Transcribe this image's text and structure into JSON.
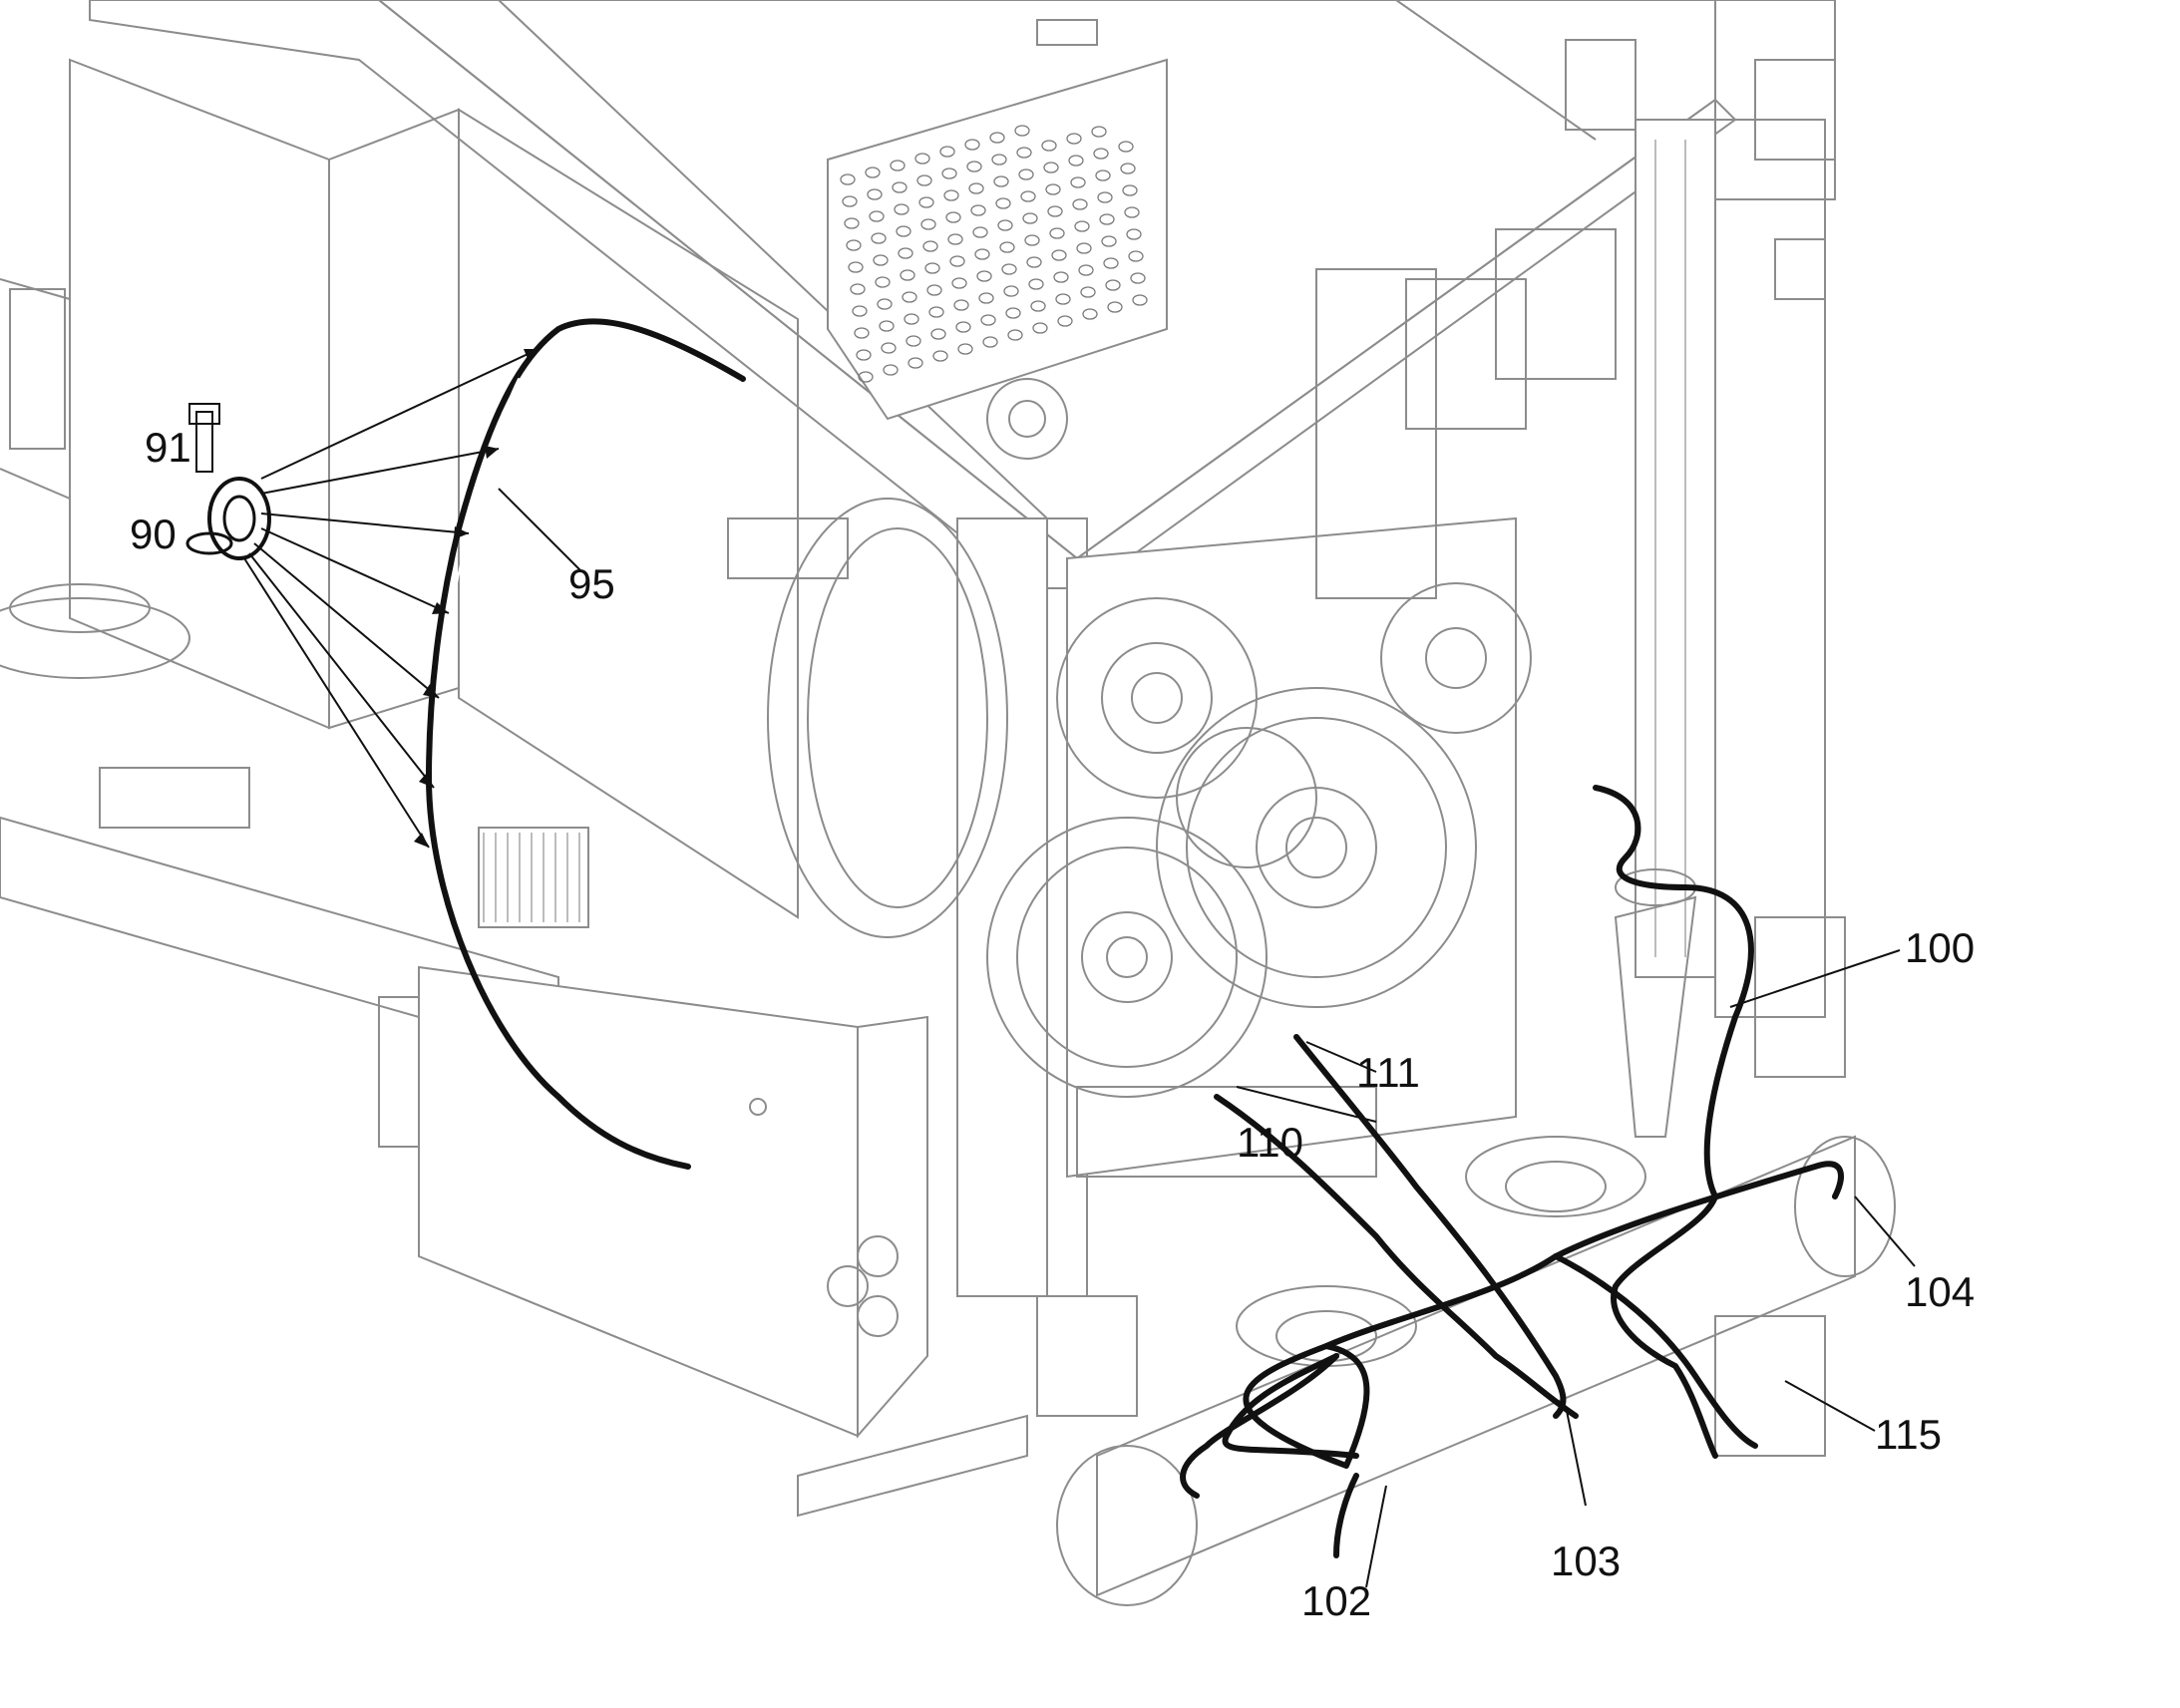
{
  "callouts": {
    "c90": "90",
    "c91": "91",
    "c95": "95",
    "c100": "100",
    "c102": "102",
    "c103": "103",
    "c104": "104",
    "c110": "110",
    "c111": "111",
    "c115": "115"
  },
  "colors": {
    "line_art": "#8c8c8c",
    "cable": "#111111",
    "background": "#ffffff"
  }
}
